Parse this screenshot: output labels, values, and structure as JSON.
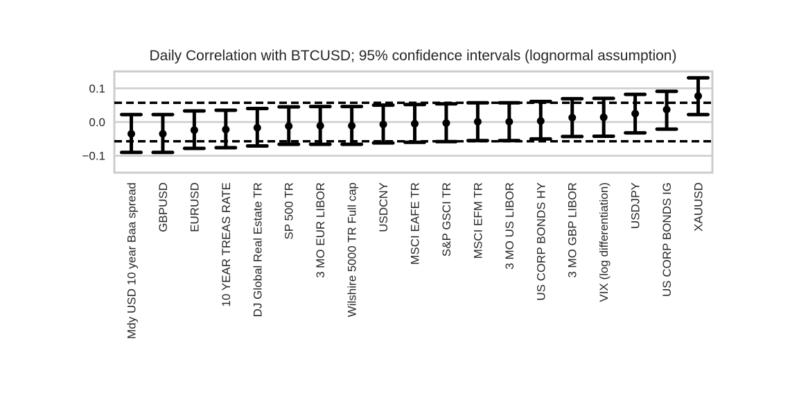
{
  "chart_data": {
    "type": "errorbar",
    "title": "Daily Correlation with BTCUSD; 95% confidence intervals (lognormal assumption)",
    "xlabel": "",
    "ylabel": "",
    "ylim": [
      -0.15,
      0.15
    ],
    "yticks": [
      0.1,
      0.0,
      -0.1
    ],
    "ytick_labels": [
      "0.1",
      "0.0",
      "−0.1"
    ],
    "grid": true,
    "reference_lines": [
      0.057,
      -0.057
    ],
    "categories": [
      "Mdy USD 10 year Baa spread",
      "GBPUSD",
      "EURUSD",
      "10 YEAR TREAS RATE",
      "DJ Global Real Estate TR",
      "SP 500 TR",
      "3 MO EUR LIBOR",
      "Wilshire 5000 TR Full cap",
      "USDCNY",
      "MSCI EAFE TR",
      "S&P GSCI TR",
      "MSCI EFM TR",
      "3 MO US LIBOR",
      "US CORP BONDS HY",
      "3 MO GBP LIBOR",
      "VIX (log differentiation)",
      "USDJPY",
      "US CORP BONDS IG",
      "XAUUSD"
    ],
    "values": [
      -0.035,
      -0.035,
      -0.024,
      -0.022,
      -0.017,
      -0.012,
      -0.011,
      -0.011,
      -0.007,
      -0.005,
      -0.003,
      0.001,
      0.001,
      0.003,
      0.013,
      0.014,
      0.025,
      0.037,
      0.077
    ],
    "lower": [
      -0.09,
      -0.09,
      -0.078,
      -0.076,
      -0.071,
      -0.066,
      -0.066,
      -0.066,
      -0.062,
      -0.06,
      -0.058,
      -0.055,
      -0.055,
      -0.05,
      -0.043,
      -0.042,
      -0.032,
      -0.021,
      0.022
    ],
    "upper": [
      0.022,
      0.022,
      0.033,
      0.035,
      0.04,
      0.045,
      0.046,
      0.046,
      0.05,
      0.052,
      0.054,
      0.057,
      0.057,
      0.061,
      0.069,
      0.07,
      0.082,
      0.091,
      0.131
    ]
  }
}
